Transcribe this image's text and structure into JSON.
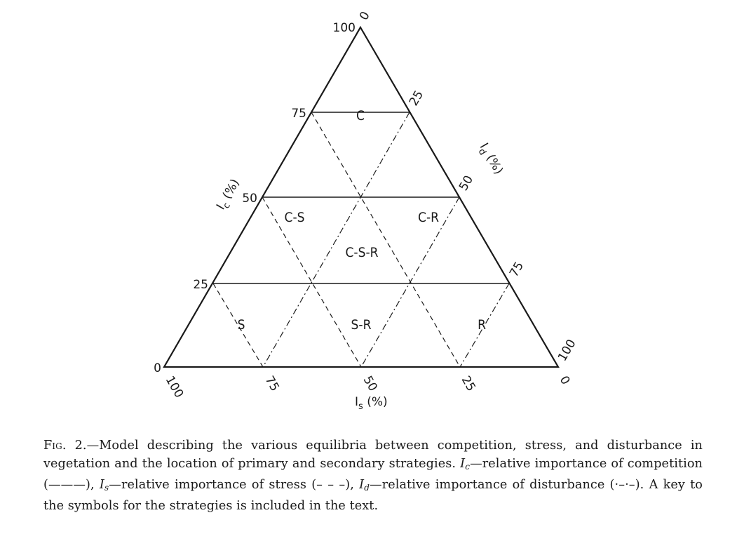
{
  "figure": {
    "ticks": {
      "competition": [
        "0",
        "25",
        "50",
        "75",
        "100"
      ],
      "disturbance": [
        "0",
        "25",
        "50",
        "75",
        "100"
      ],
      "stress": [
        "100",
        "75",
        "50",
        "25",
        "0"
      ]
    },
    "axis_titles": {
      "competition": {
        "main": "I",
        "sub": "c",
        "unit": " (%)"
      },
      "disturbance": {
        "main": "I",
        "sub": "d",
        "unit": " (%)"
      },
      "stress": {
        "main": "I",
        "sub": "s",
        "unit": " (%)"
      }
    },
    "regions": {
      "c": "C",
      "cs": "C-S",
      "cr": "C-R",
      "csr": "C-S-R",
      "s": "S",
      "sr": "S-R",
      "r": "R"
    }
  },
  "caption": {
    "fig_label": "Fig. 2.",
    "text_1": "—Model describing the various equilibria between competition, stress, and disturbance in vegetation and the location of primary and secondary strategies. ",
    "ic_main": "I",
    "ic_sub": "c",
    "text_2": "—relative importance of competition (———), ",
    "is_main": "I",
    "is_sub": "s",
    "text_3": "—relative importance of stress (– – –), ",
    "id_main": "I",
    "id_sub": "d",
    "text_4": "—relative importance of disturbance (·–·–). A key to the symbols for the strategies is included in the text."
  }
}
